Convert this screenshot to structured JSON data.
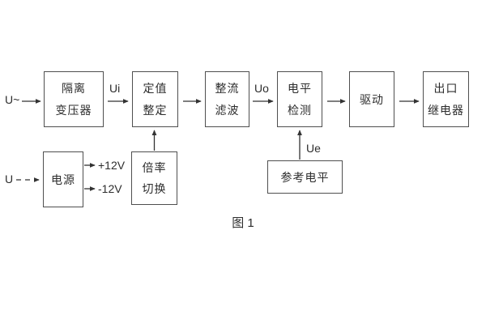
{
  "figure": {
    "caption": "图 1"
  },
  "colors": {
    "background": "#ffffff",
    "box_border": "#4f4f4f",
    "line": "#333333",
    "text": "#2d2d2d"
  },
  "blocks": {
    "isolation_transformer": {
      "line1": "隔离",
      "line2": "变压器"
    },
    "value_setting": {
      "line1": "定值",
      "line2": "整定"
    },
    "rectify_filter": {
      "line1": "整流",
      "line2": "滤波"
    },
    "level_detect": {
      "line1": "电平",
      "line2": "检测"
    },
    "drive": {
      "line1": "驱动"
    },
    "output_relay": {
      "line1": "出口",
      "line2": "继电器"
    },
    "power_supply": {
      "line1": "电源"
    },
    "ratio_switch": {
      "line1": "倍率",
      "line2": "切换"
    },
    "reference_level": {
      "line1": "参考电平"
    }
  },
  "signals": {
    "ac_input": "U~",
    "dc_input": "U",
    "ui": "Ui",
    "uo": "Uo",
    "ue": "Ue",
    "plus_12v": "+12V",
    "minus_12v": "-12V"
  }
}
